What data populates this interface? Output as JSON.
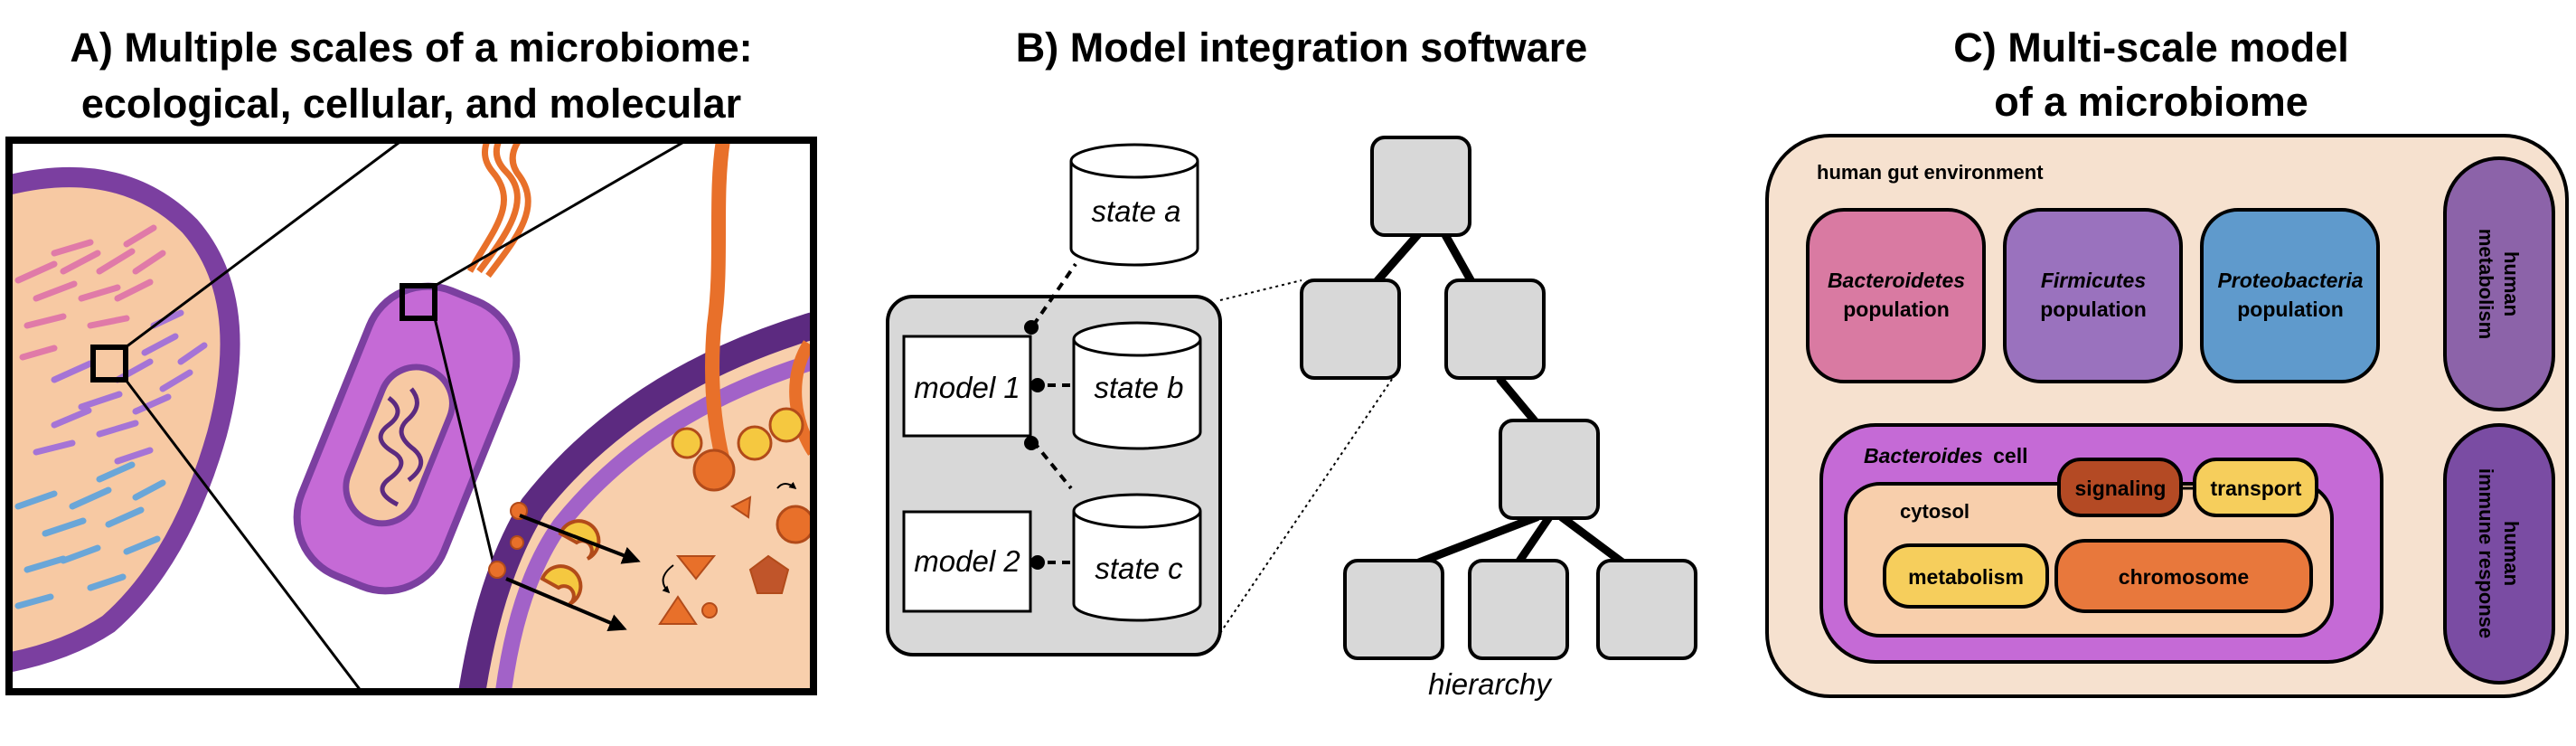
{
  "panel_a": {
    "title_line1": "A) Multiple scales of a microbiome:",
    "title_line2": "ecological, cellular, and molecular"
  },
  "panel_b": {
    "title": "B) Model integration software",
    "states": [
      "state a",
      "state b",
      "state c"
    ],
    "models": [
      "model 1",
      "model 2"
    ],
    "hierarchy_label": "hierarchy"
  },
  "panel_c": {
    "title_line1": "C) Multi-scale model",
    "title_line2": "of a microbiome",
    "environment_label": "human gut environment",
    "populations": [
      {
        "name": "Bacteroidetes",
        "suffix": "population",
        "color": "#d97aa2"
      },
      {
        "name": "Firmicutes",
        "suffix": "population",
        "color": "#9a72be"
      },
      {
        "name": "Proteobacteria",
        "suffix": "population",
        "color": "#5f9acc"
      }
    ],
    "side_boxes": [
      {
        "line1": "human",
        "line2": "metabolism",
        "color": "#8c63a9"
      },
      {
        "line1": "human",
        "line2": "immune response",
        "color": "#7a4ca3"
      }
    ],
    "cell": {
      "name": "Bacteroides",
      "suffix": "cell",
      "cytosol_label": "cytosol",
      "signaling": "signaling",
      "transport": "transport",
      "metabolism": "metabolism",
      "chromosome": "chromosome"
    }
  },
  "colors": {
    "purple_dark": "#7b3fa0",
    "magenta": "#c56ad6",
    "orange": "#e8702a",
    "peach": "#f8cfac",
    "gray_box": "#d8d8d8",
    "env_bg": "#f6e1cf"
  }
}
